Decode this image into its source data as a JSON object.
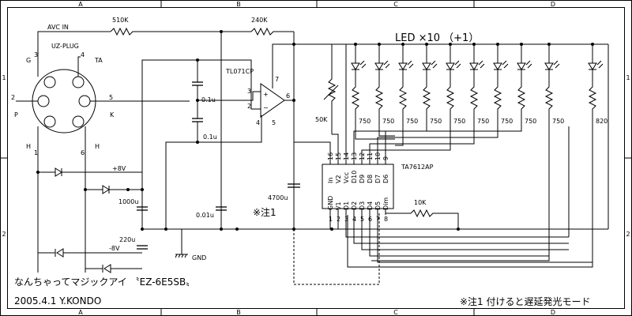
{
  "frame": {
    "cols": [
      "A",
      "B",
      "C",
      "D"
    ],
    "rows": [
      "1",
      "2"
    ]
  },
  "labels": {
    "avc_in": "AVC IN",
    "plug": "UZ-PLUG",
    "pin_g": "G",
    "pin_ta": "TA",
    "pin_p": "P",
    "pin_k": "K",
    "pin_h_left": "H",
    "pin_h_right": "H",
    "pin_3": "3",
    "pin_4": "4",
    "pin_2": "2",
    "pin_5": "5",
    "pin_1": "1",
    "pin_6": "6",
    "r510k": "510K",
    "r240k": "240K",
    "opamp": "TL071CP",
    "op_3": "3",
    "op_2": "2",
    "op_7": "7",
    "op_6": "6",
    "op_4": "4",
    "op_5": "5",
    "op_plus": "+",
    "op_minus": "−",
    "c1": "0.1u",
    "c2": "0.1u",
    "c3": "0.01u",
    "c4700": "4700u",
    "c1000": "1000u",
    "c220": "220u",
    "plus8v": "+8V",
    "minus8v": "-8V",
    "gnd": "GND",
    "pot": "50K",
    "led_title": "LED  ×10 （+1）",
    "ic": "TA7612AP",
    "r10k": "10K",
    "note1": "※注1",
    "footer_title": "なんちゃってマジックアイ  〝EZ-6E5SB〟",
    "footer_date": "2005.4.1  Y.KONDO",
    "footer_note": "※注1   付けると遅延発光モード"
  },
  "resistors": [
    "750",
    "750",
    "750",
    "750",
    "750",
    "750",
    "750",
    "750",
    "750",
    "820"
  ],
  "ic_top_pins": [
    "16",
    "15",
    "14",
    "13",
    "12",
    "11",
    "10",
    "9"
  ],
  "ic_top_names": [
    "In",
    "V2",
    "Vcc",
    "D10",
    "D9",
    "D8",
    "D7",
    "D6"
  ],
  "ic_bottom_pins": [
    "1",
    "2",
    "3",
    "4",
    "5",
    "6",
    "7",
    "8"
  ],
  "ic_bottom_names": [
    "GND",
    "V1",
    "D1",
    "D2",
    "D3",
    "D4",
    "D5",
    "Dim"
  ]
}
